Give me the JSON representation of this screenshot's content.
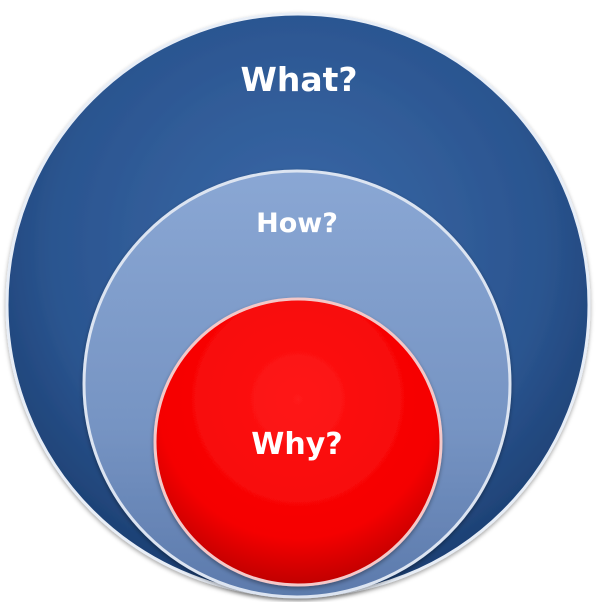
{
  "diagram": {
    "outer": {
      "label": "What?",
      "color": "#2B5590"
    },
    "middle": {
      "label": "How?",
      "color": "#7F9CCB"
    },
    "inner": {
      "label": "Why?",
      "color": "#FF0000"
    }
  }
}
